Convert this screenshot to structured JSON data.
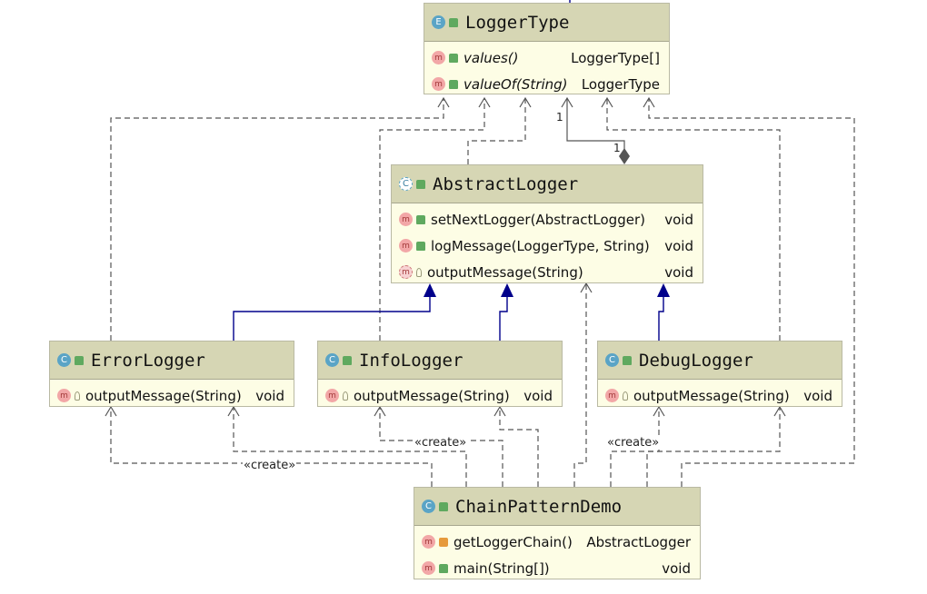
{
  "colors": {
    "header": "#d6d6b4",
    "body": "#fdfde5",
    "inherit": "#00008b",
    "dashed": "#555555"
  },
  "classes": {
    "logger_type": {
      "title": "LoggerType",
      "kind_icon": "enum-icon",
      "members": [
        {
          "name": "values()",
          "type": "LoggerType[]",
          "visibility": "public"
        },
        {
          "name": "valueOf(String)",
          "type": "LoggerType",
          "visibility": "public"
        }
      ]
    },
    "abstract_logger": {
      "title": "AbstractLogger",
      "kind_icon": "abstract-class-icon",
      "members": [
        {
          "name": "setNextLogger(AbstractLogger)",
          "type": "void",
          "visibility": "public"
        },
        {
          "name": "logMessage(LoggerType, String)",
          "type": "void",
          "visibility": "public"
        },
        {
          "name": "outputMessage(String)",
          "type": "void",
          "visibility": "protected"
        }
      ]
    },
    "error_logger": {
      "title": "ErrorLogger",
      "kind_icon": "class-icon",
      "members": [
        {
          "name": "outputMessage(String)",
          "type": "void",
          "visibility": "protected"
        }
      ]
    },
    "info_logger": {
      "title": "InfoLogger",
      "kind_icon": "class-icon",
      "members": [
        {
          "name": "outputMessage(String)",
          "type": "void",
          "visibility": "protected"
        }
      ]
    },
    "debug_logger": {
      "title": "DebugLogger",
      "kind_icon": "class-icon",
      "members": [
        {
          "name": "outputMessage(String)",
          "type": "void",
          "visibility": "protected"
        }
      ]
    },
    "chain_pattern_demo": {
      "title": "ChainPatternDemo",
      "kind_icon": "main-class-icon",
      "members": [
        {
          "name": "getLoggerChain()",
          "type": "AbstractLogger",
          "visibility": "private"
        },
        {
          "name": "main(String[])",
          "type": "void",
          "visibility": "public"
        }
      ]
    }
  },
  "labels": {
    "create_1": "«create»",
    "create_2": "«create»",
    "create_3": "«create»",
    "mult_1": "1",
    "mult_2": "1"
  }
}
